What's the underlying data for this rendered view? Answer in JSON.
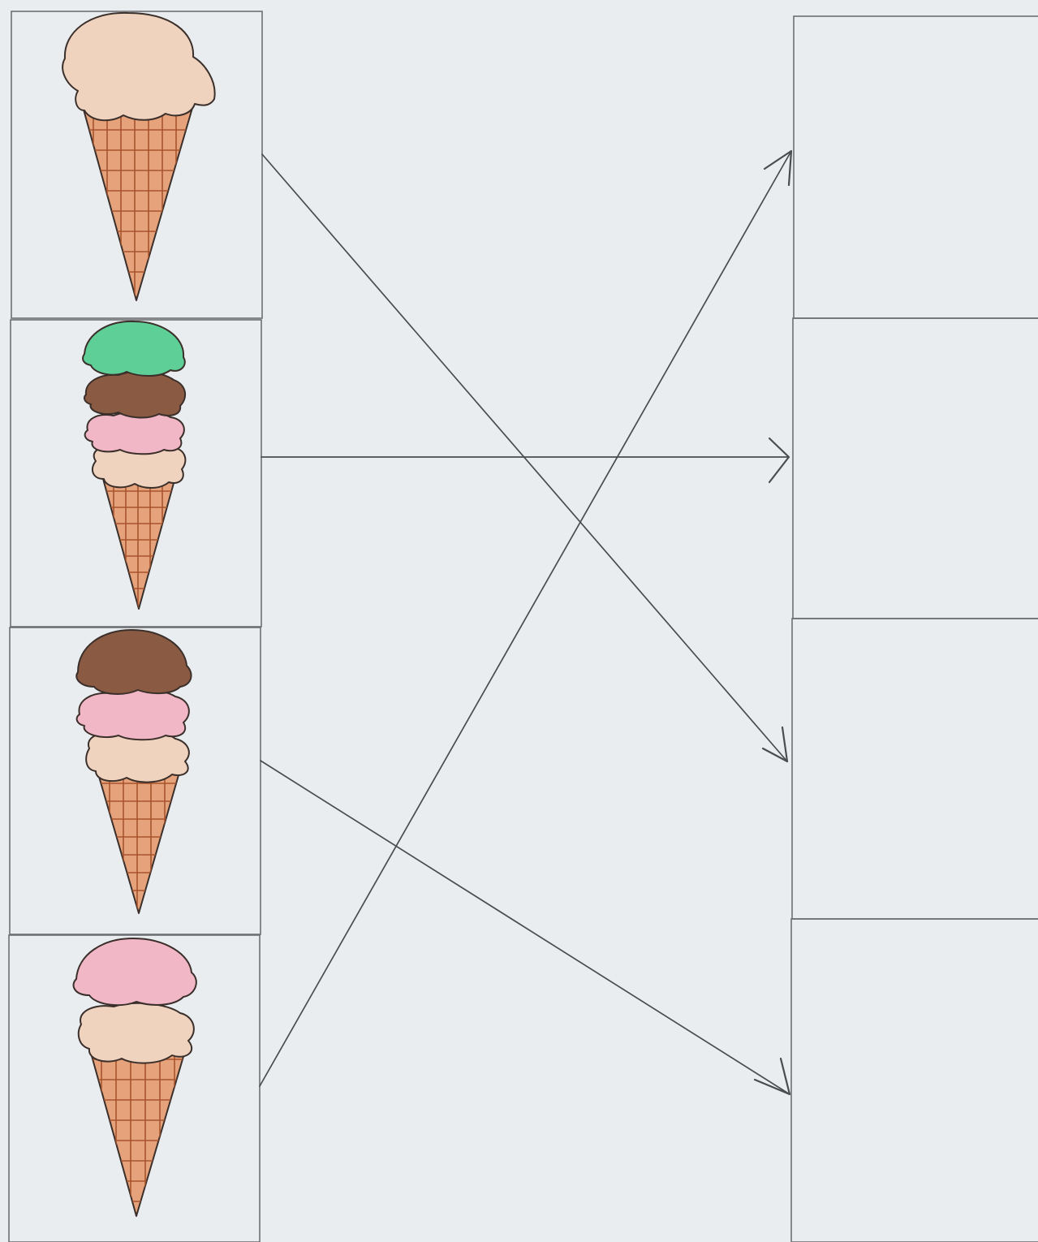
{
  "worksheet": {
    "left_boxes": [
      {
        "item": "single-scoop-cone",
        "scoop_count": 1,
        "flavors": [
          "vanilla"
        ]
      },
      {
        "item": "four-scoop-cone",
        "scoop_count": 4,
        "flavors": [
          "mint",
          "chocolate",
          "strawberry",
          "vanilla"
        ]
      },
      {
        "item": "three-scoop-cone",
        "scoop_count": 3,
        "flavors": [
          "chocolate",
          "strawberry",
          "vanilla"
        ]
      },
      {
        "item": "two-scoop-cone",
        "scoop_count": 2,
        "flavors": [
          "strawberry",
          "vanilla"
        ]
      }
    ],
    "right_boxes": [
      {
        "content": ""
      },
      {
        "content": ""
      },
      {
        "content": ""
      },
      {
        "content": ""
      }
    ],
    "connections": [
      {
        "from_left_box": 1,
        "to_right_box": 3
      },
      {
        "from_left_box": 2,
        "to_right_box": 2
      },
      {
        "from_left_box": 3,
        "to_right_box": 4
      },
      {
        "from_left_box": 4,
        "to_right_box": 1
      }
    ]
  },
  "colors": {
    "paper": "#eaedf0",
    "vanilla": "#efd3bf",
    "mint": "#5fcf98",
    "chocolate": "#8a5a42",
    "strawberry": "#f2b7c7",
    "cone": "#e6a27a",
    "waffle_grid": "#a8552e",
    "outline": "#3a2f2a"
  }
}
